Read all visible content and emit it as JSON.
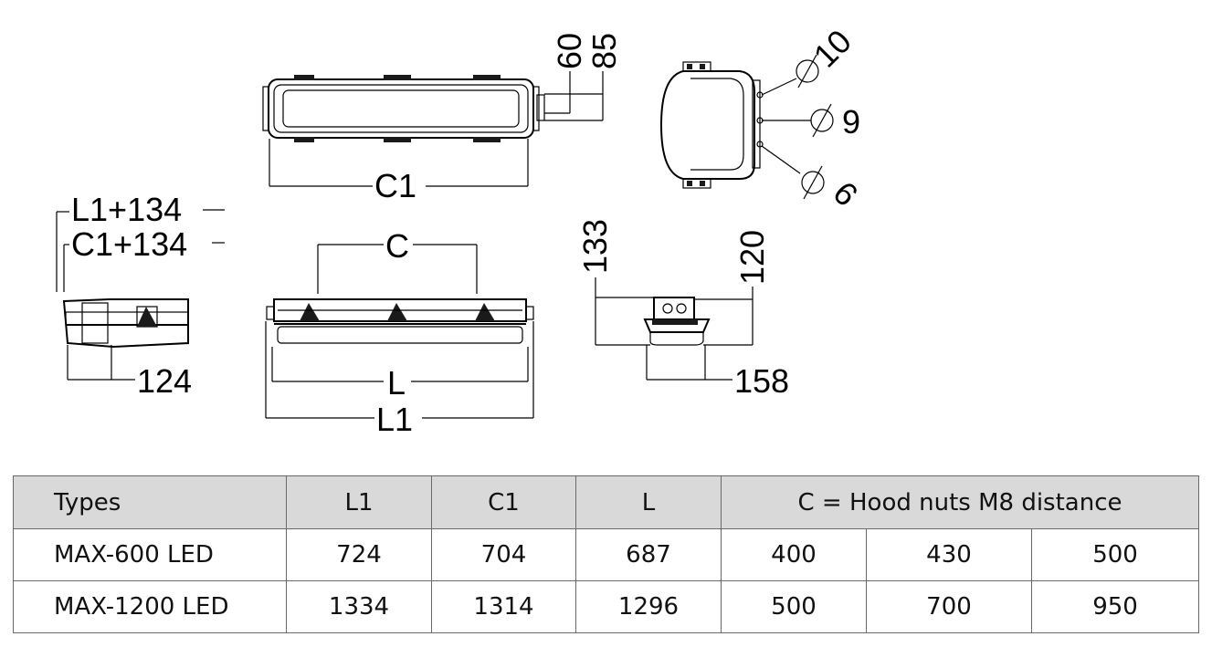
{
  "drawing": {
    "labels": {
      "dim_60": "60",
      "dim_85": "85",
      "dim_10": "10",
      "dim_9": "9",
      "dim_6": "6",
      "dim_c1": "C1",
      "dim_l1_134": "L1+134",
      "dim_c1_134": "C1+134",
      "dim_c": "C",
      "dim_133": "133",
      "dim_120": "120",
      "dim_124": "124",
      "dim_l": "L",
      "dim_158": "158",
      "dim_l1": "L1"
    }
  },
  "table": {
    "headers": [
      "Types",
      "L1",
      "C1",
      "L",
      "C = Hood nuts M8 distance"
    ],
    "rows": [
      {
        "type": "MAX-600 LED",
        "l1": "724",
        "c1": "704",
        "l": "687",
        "c": [
          "400",
          "430",
          "500"
        ]
      },
      {
        "type": "MAX-1200 LED",
        "l1": "1334",
        "c1": "1314",
        "l": "1296",
        "c": [
          "500",
          "700",
          "950"
        ]
      }
    ]
  }
}
